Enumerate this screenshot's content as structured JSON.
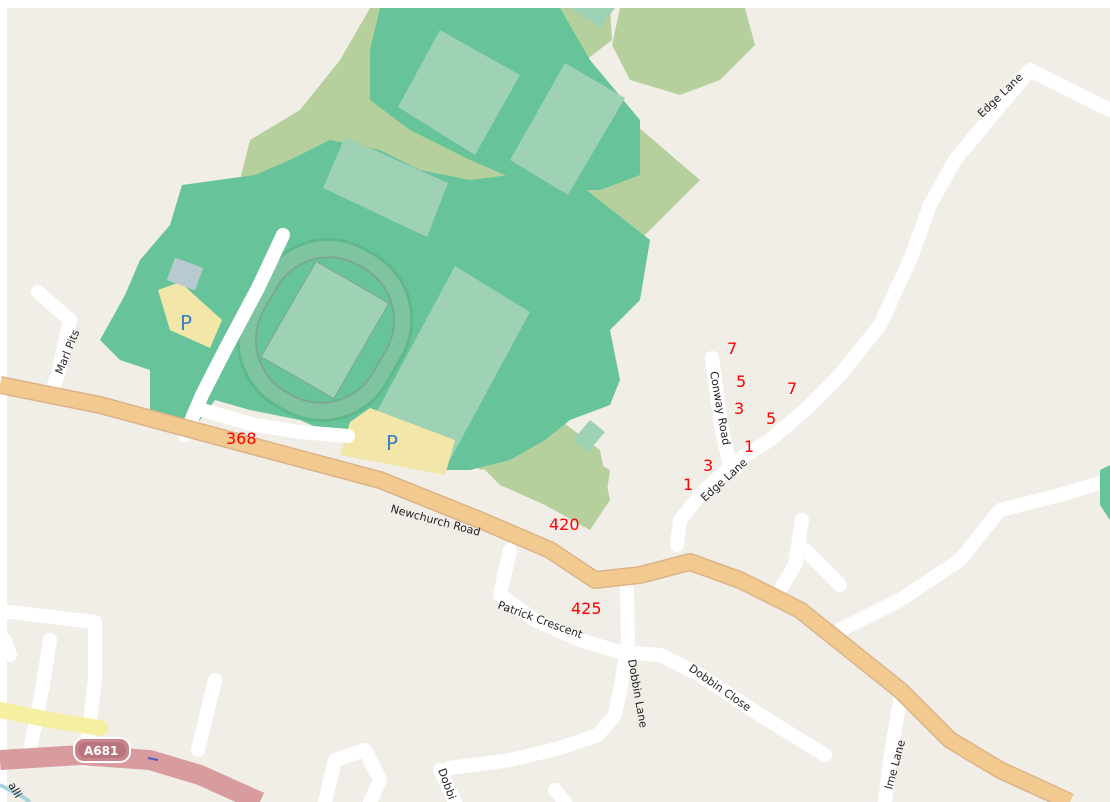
{
  "map": {
    "colors": {
      "background": "#f1eee8",
      "park": "#66c39a",
      "pitch": "#9fd1b4",
      "grass": "#b6d09d",
      "road": "#ffffff",
      "main_road": "#f2c98f",
      "trunk_road": "#d89b9e",
      "secondary_road": "#f6efa1",
      "parking": "#f2e7a9",
      "building": "#b7cad0",
      "water": "#aad3df",
      "house_number": "#ff0000"
    },
    "roads": {
      "newchurch": "Newchurch Road",
      "marl_pits": "Marl Pits",
      "edge_lane_upper": "Edge Lane",
      "edge_lane_lower": "Edge Lane",
      "conway": "Conway Road",
      "patrick": "Patrick Crescent",
      "dobbin_lane": "Dobbin Lane",
      "dobbin_close": "Dobbin Close",
      "holme_partial": "lme Lane",
      "dobbin_partial": "Dobbi",
      "edge_partial_left": "alli"
    },
    "route_shield": "A681",
    "parking_label": "P",
    "house_numbers": [
      "368",
      "420",
      "425",
      "7",
      "5",
      "3",
      "1",
      "7",
      "5",
      "3",
      "1"
    ]
  }
}
